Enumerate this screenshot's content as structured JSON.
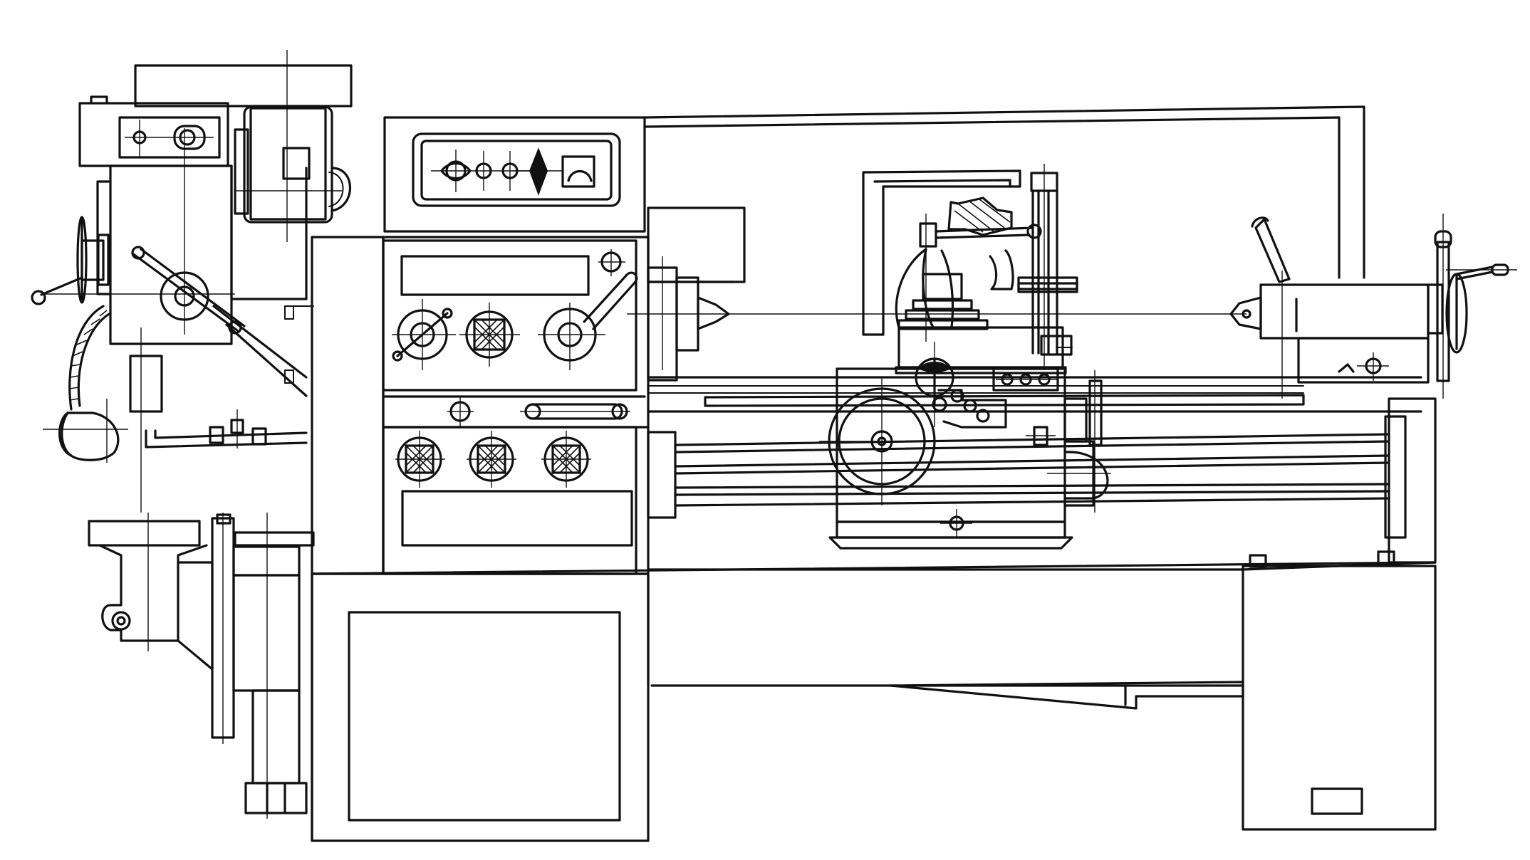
{
  "drawing": {
    "colors": {
      "line": "#111111",
      "paper": "#ffffff"
    },
    "parts": [
      "main-motor",
      "spindle-speed-gearbox",
      "control-panel",
      "headstock",
      "headstock-chuck-center",
      "guard-frame",
      "carriage",
      "cross-slide",
      "tool-post",
      "apron",
      "apron-handwheel",
      "feed-shaft",
      "lead-screw",
      "tailstock",
      "tailstock-handwheel",
      "lathe-bed",
      "left-pedestal",
      "right-pedestal",
      "coolant-pump",
      "work-lamp",
      "chip-tray"
    ]
  }
}
